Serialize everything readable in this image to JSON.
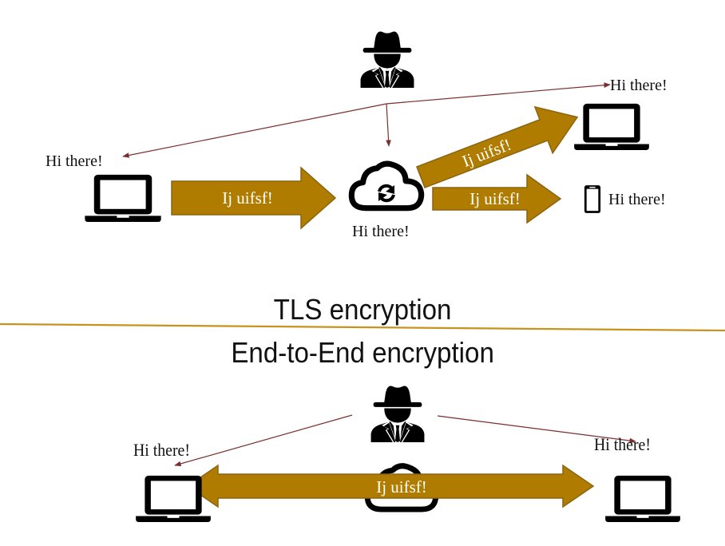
{
  "colors": {
    "arrow_fill": "#B07C00",
    "arrow_border": "#8A6410",
    "intercept_line": "#7A2E2E",
    "divider": "#C8921E",
    "icon": "#000000",
    "text": "#111111"
  },
  "tls_section": {
    "title": "TLS encryption",
    "sender_label": "Hi there!",
    "server_label": "Hi there!",
    "laptop_recipient_label": "Hi there!",
    "phone_recipient_label": "Hi there!",
    "arrows": [
      {
        "id": "sender-to-server",
        "text": "Ij uifsf!"
      },
      {
        "id": "server-to-laptop",
        "text": "Ij uifsf!"
      },
      {
        "id": "server-to-phone",
        "text": "Ij uifsf!"
      }
    ],
    "icons": {
      "attacker": "spy-icon",
      "sender": "laptop-icon",
      "server": "cloud-sync-icon",
      "recipient_laptop": "laptop-icon",
      "recipient_phone": "smartphone-icon"
    }
  },
  "e2e_section": {
    "title": "End-to-End encryption",
    "left_label": "Hi there!",
    "right_label": "Hi there!",
    "arrow_text": "Ij uifsf!",
    "icons": {
      "attacker": "spy-icon",
      "left_device": "laptop-icon",
      "server": "cloud-icon",
      "right_device": "laptop-icon"
    }
  }
}
